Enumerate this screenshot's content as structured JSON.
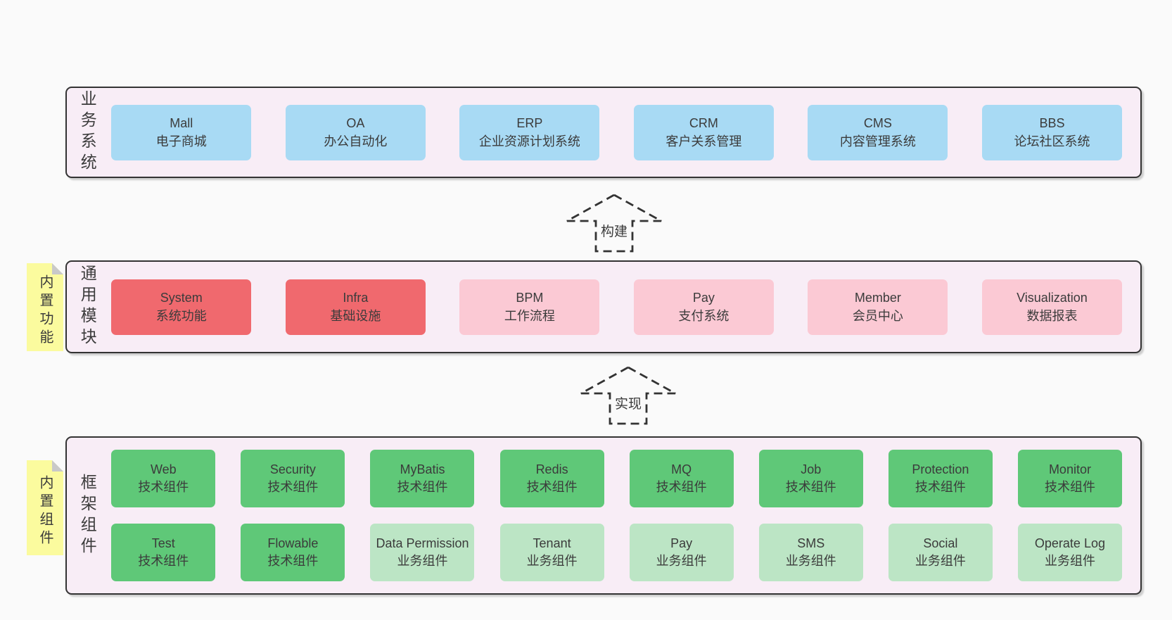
{
  "colors": {
    "page_bg": "#fafafa",
    "container_bg": "#f8edf6",
    "container_border": "#333333",
    "blue": "#a8daf4",
    "red": "#f0696e",
    "pink": "#fbc9d4",
    "green": "#5fc878",
    "light_green": "#bce5c5",
    "sticky_yellow": "#fbfb9e",
    "text": "#3b3b3b"
  },
  "arrows": {
    "build": {
      "label": "构建"
    },
    "implement": {
      "label": "实现"
    }
  },
  "business_layer": {
    "side_label": "业务系统",
    "boxes": [
      {
        "en": "Mall",
        "zh": "电子商城"
      },
      {
        "en": "OA",
        "zh": "办公自动化"
      },
      {
        "en": "ERP",
        "zh": "企业资源计划系统"
      },
      {
        "en": "CRM",
        "zh": "客户关系管理"
      },
      {
        "en": "CMS",
        "zh": "内容管理系统"
      },
      {
        "en": "BBS",
        "zh": "论坛社区系统"
      }
    ]
  },
  "module_layer": {
    "side_label": "通用模块",
    "sticky_label": "内置功能",
    "boxes": [
      {
        "en": "System",
        "zh": "系统功能"
      },
      {
        "en": "Infra",
        "zh": "基础设施"
      },
      {
        "en": "BPM",
        "zh": "工作流程"
      },
      {
        "en": "Pay",
        "zh": "支付系统"
      },
      {
        "en": "Member",
        "zh": "会员中心"
      },
      {
        "en": "Visualization",
        "zh": "数据报表"
      }
    ]
  },
  "component_layer": {
    "side_label": "框架组件",
    "sticky_label": "内置组件",
    "row1": [
      {
        "en": "Web",
        "zh": "技术组件"
      },
      {
        "en": "Security",
        "zh": "技术组件"
      },
      {
        "en": "MyBatis",
        "zh": "技术组件"
      },
      {
        "en": "Redis",
        "zh": "技术组件"
      },
      {
        "en": "MQ",
        "zh": "技术组件"
      },
      {
        "en": "Job",
        "zh": "技术组件"
      },
      {
        "en": "Protection",
        "zh": "技术组件"
      },
      {
        "en": "Monitor",
        "zh": "技术组件"
      }
    ],
    "row2": [
      {
        "en": "Test",
        "zh": "技术组件"
      },
      {
        "en": "Flowable",
        "zh": "技术组件"
      },
      {
        "en": "Data Permission",
        "zh": "业务组件"
      },
      {
        "en": "Tenant",
        "zh": "业务组件"
      },
      {
        "en": "Pay",
        "zh": "业务组件"
      },
      {
        "en": "SMS",
        "zh": "业务组件"
      },
      {
        "en": "Social",
        "zh": "业务组件"
      },
      {
        "en": "Operate Log",
        "zh": "业务组件"
      }
    ]
  }
}
